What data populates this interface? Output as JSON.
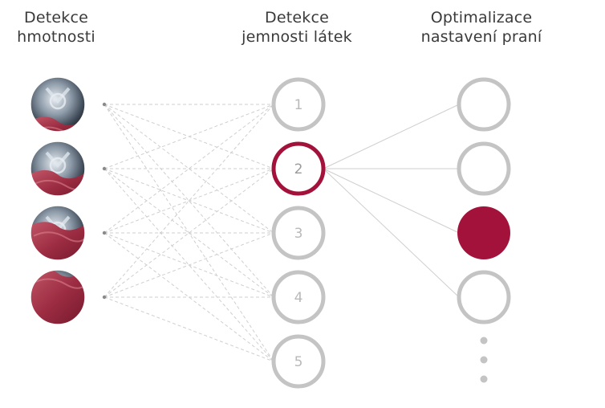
{
  "columns": {
    "weight": {
      "title_line1": "Detekce",
      "title_line2": "hmotnosti"
    },
    "fabric": {
      "title_line1": "Detekce",
      "title_line2": "jemnosti látek"
    },
    "wash": {
      "title_line1": "Optimalizace",
      "title_line2": "nastavení praní"
    }
  },
  "load_levels": [
    {
      "level": 1
    },
    {
      "level": 2
    },
    {
      "level": 3
    },
    {
      "level": 4
    }
  ],
  "fabric_nodes": [
    {
      "label": "1",
      "active": false
    },
    {
      "label": "2",
      "active": true
    },
    {
      "label": "3",
      "active": false
    },
    {
      "label": "4",
      "active": false
    },
    {
      "label": "5",
      "active": false
    }
  ],
  "wash_nodes": [
    {
      "selected": false
    },
    {
      "selected": false
    },
    {
      "selected": true
    },
    {
      "selected": false
    }
  ],
  "wash_more_indicator": "more-dots",
  "colors": {
    "accent": "#a3123a",
    "node_gray": "#c4c4c4",
    "line_gray": "#cfcfcf",
    "text": "#3a3a3a"
  }
}
